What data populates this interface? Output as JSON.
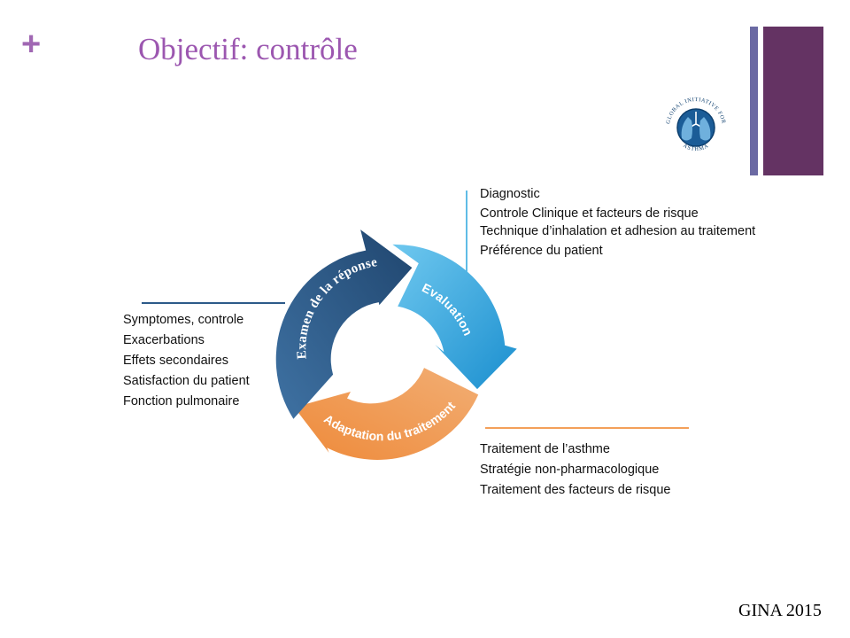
{
  "slide": {
    "plus": "+",
    "title": "Objectif: contrôle",
    "footer": "GINA 2015"
  },
  "logo": {
    "top_text": "GLOBAL INITIATIVE FOR",
    "bottom_text": "ASTHMA",
    "icon": "lungs-globe-icon"
  },
  "cycle": {
    "segments": [
      {
        "label": "Evaluation",
        "color": "#2aa6de"
      },
      {
        "label": "Adaptation du traitement",
        "color": "#f4a05a"
      },
      {
        "label": "Examen de la réponse",
        "color": "#2c5a89"
      }
    ]
  },
  "assessment_items": [
    "Diagnostic",
    "Controle  Clinique et facteurs  de risque",
    "Technique  d’inhalation et adhesion au traitement",
    "Préférence du patient"
  ],
  "review_items": [
    "Symptomes, controle",
    "Exacerbations",
    "Effets secondaires",
    "Satisfaction du patient",
    "Fonction pulmonaire"
  ],
  "adjust_items": [
    "Traitement de l’asthme",
    "Stratégie non-pharmacologique",
    "Traitement des facteurs  de risque"
  ],
  "colors": {
    "accent_purple": "#9c57b0",
    "bar_dark": "#643363",
    "bar_light": "#6b6aa3",
    "eval_blue": "#2aa6de",
    "adapt_orange": "#f4a05a",
    "review_navy": "#2c5a89"
  }
}
